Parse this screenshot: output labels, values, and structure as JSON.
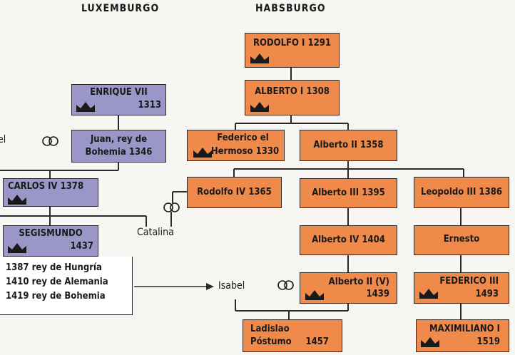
{
  "headers": {
    "luxemburgo": "LUXEMBURGO",
    "habsburgo": "HABSBURGO"
  },
  "luxemburgo": {
    "enrique": {
      "name": "ENRIQUE VII",
      "year": "1313"
    },
    "juan": {
      "line1": "Juan, rey de",
      "line2": "Bohemia 1346"
    },
    "carlos": {
      "name": "CARLOS IV 1378"
    },
    "segismundo": {
      "name": "SEGISMUNDO",
      "year": "1437"
    },
    "left_label": "el",
    "catalina": "Catalina",
    "info": [
      "1387 rey de Hungría",
      "1410 rey de Alemania",
      "1419 rey de Bohemia"
    ]
  },
  "habsburgo": {
    "rodolfo1": "RODOLFO I 1291",
    "alberto1": "ALBERTO I 1308",
    "federico_hermoso": {
      "line1": "Federico el",
      "line2": "Hermoso 1330"
    },
    "alberto2": "Alberto II 1358",
    "rodolfo4": "Rodolfo IV 1365",
    "alberto3": "Alberto III 1395",
    "leopoldo3": "Leopoldo III 1386",
    "alberto4": "Alberto IV 1404",
    "ernesto": "Ernesto",
    "alberto2v": {
      "name": "Alberto II (V)",
      "year": "1439"
    },
    "federico3": {
      "name": "FEDERICO III",
      "year": "1493"
    },
    "ladislao": {
      "line1": "Ladislao",
      "line2": "Póstumo",
      "year": "1457"
    },
    "maximiliano": {
      "name": "MAXIMILIANO I",
      "year": "1519"
    },
    "isabel": "Isabel"
  },
  "colors": {
    "luxemburgo_box": "#9a96c8",
    "habsburgo_box": "#f08a4b",
    "lines": "#2a2a2a"
  },
  "icons": {
    "crown": "crown-icon",
    "marriage": "wedding-rings-icon"
  }
}
